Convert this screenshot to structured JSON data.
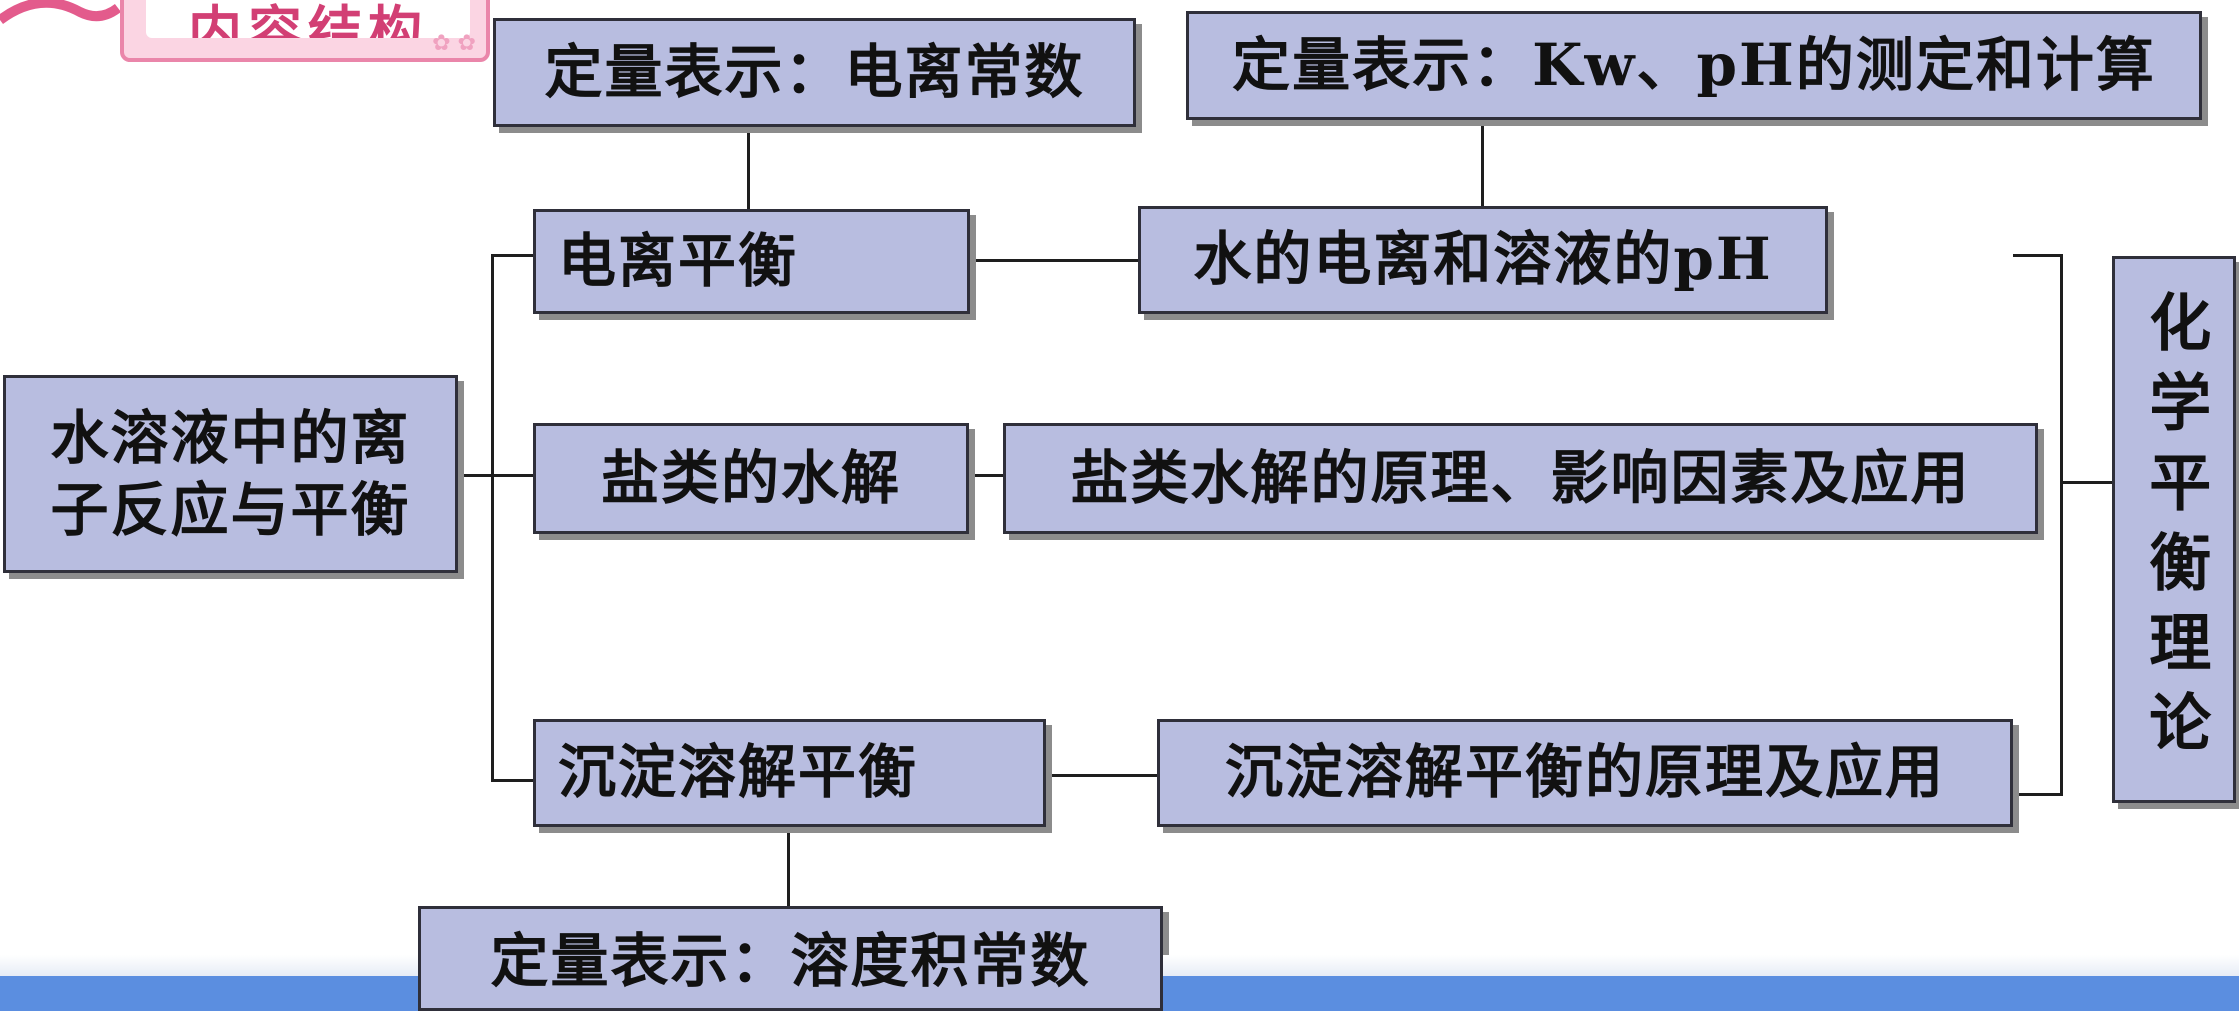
{
  "header": {
    "tag_label": "内容结构",
    "tag_deco": "✿ ✿"
  },
  "diagram": {
    "root": "水溶液中的离子反应与平衡",
    "branches": {
      "ionization": {
        "label": "电离平衡",
        "quant": "定量表示：电离常数"
      },
      "water": {
        "label": "水的电离和溶液的pH",
        "quant": "定量表示：Kw、pH的测定和计算"
      },
      "hydrolysis": {
        "label": "盐类的水解",
        "detail": "盐类水解的原理、影响因素及应用"
      },
      "precipitation": {
        "label": "沉淀溶解平衡",
        "detail": "沉淀溶解平衡的原理及应用",
        "quant": "定量表示：溶度积常数"
      }
    },
    "theory": "化学平衡理论"
  },
  "colors": {
    "box_fill": "#b8bde0",
    "box_border": "#2f2f3a",
    "banner": "#5b8ee0",
    "tag_pink": "#d23f74"
  }
}
